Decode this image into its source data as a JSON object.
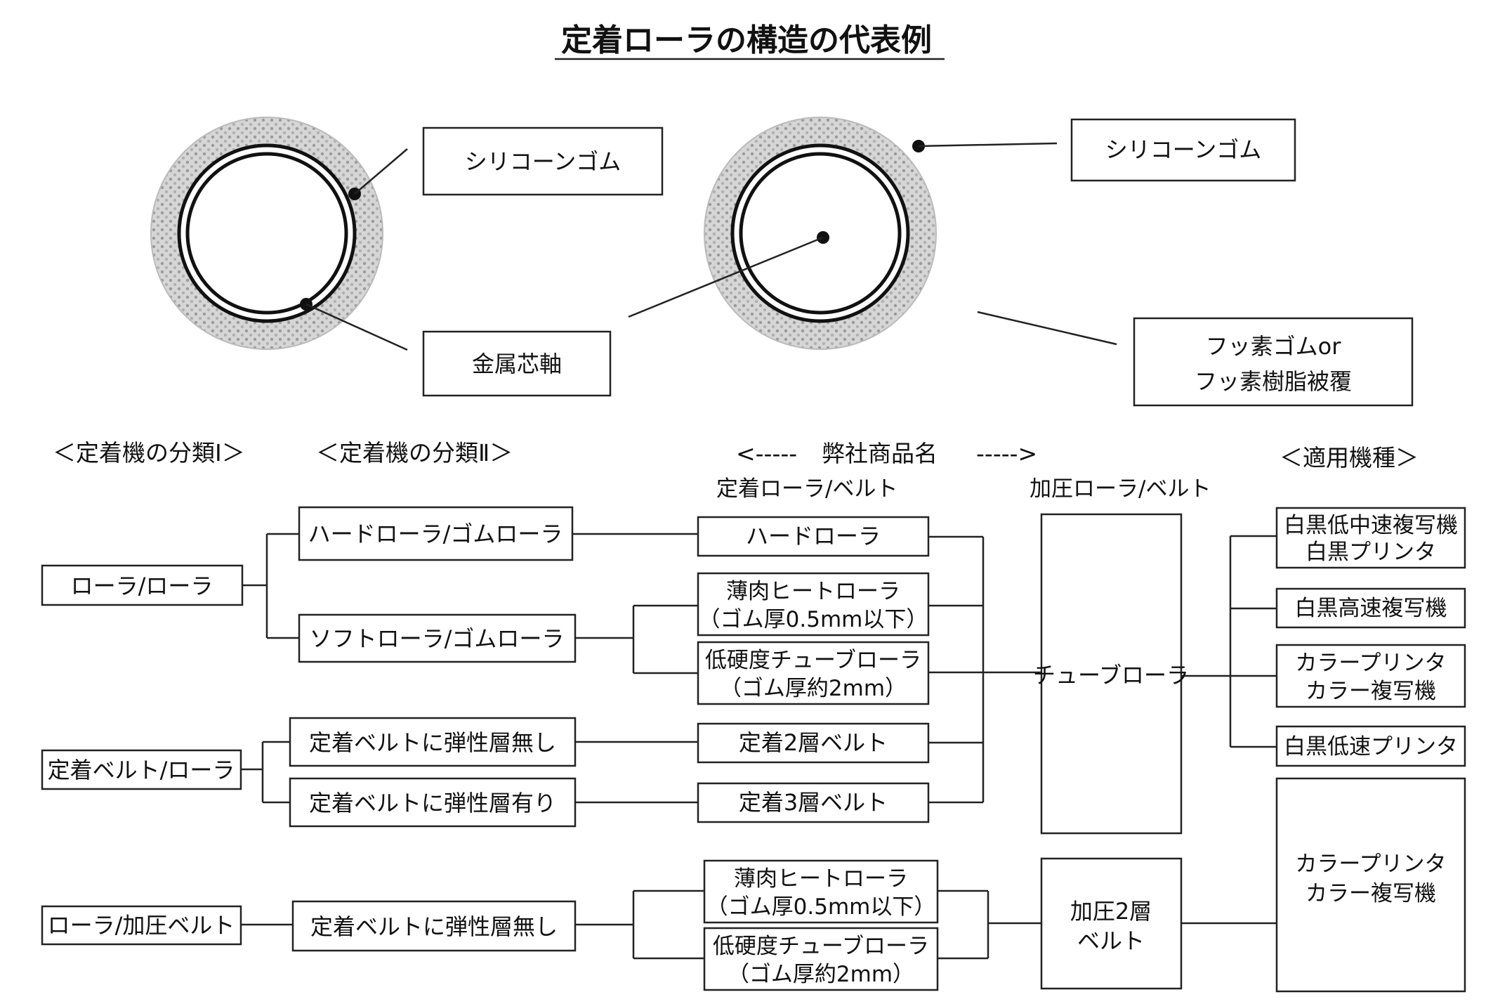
{
  "title": "定着ローラの構造の代表例",
  "roller_left": {
    "rubber_label": "シリコーンゴム",
    "core_label": "金属芯軸"
  },
  "roller_right": {
    "rubber_label": "シリコーンゴム",
    "coating_label_line1": "フッ素ゴムor",
    "coating_label_line2": "フッ素樹脂被覆"
  },
  "headers": {
    "class1": "＜定着機の分類Ⅰ＞",
    "class2": "＜定着機の分類Ⅱ＞",
    "product_arrow_left": "<-----",
    "product": "弊社商品名",
    "product_arrow_right": "----->",
    "fixing_roller_belt": "定着ローラ/ベルト",
    "pressure_roller_belt": "加圧ローラ/ベルト",
    "applicable_models": "＜適用機種＞"
  },
  "class1": {
    "roller_roller": "ローラ/ローラ",
    "belt_roller": "定着ベルト/ローラ",
    "roller_pressure_belt": "ローラ/加圧ベルト"
  },
  "class2": {
    "hard_rubber": "ハードローラ/ゴムローラ",
    "soft_rubber": "ソフトローラ/ゴムローラ",
    "no_elastic_1": "定着ベルトに弾性層無し",
    "with_elastic": "定着ベルトに弾性層有り",
    "no_elastic_2": "定着ベルトに弾性層無し"
  },
  "products": {
    "hard_roller": "ハードローラ",
    "thin_heat_1_line1": "薄肉ヒートローラ",
    "thin_heat_1_line2": "（ゴム厚0.5mm以下）",
    "low_hard_1_line1": "低硬度チューブローラ",
    "low_hard_1_line2": "（ゴム厚約2mm）",
    "belt_2layer": "定着2層ベルト",
    "belt_3layer": "定着3層ベルト",
    "thin_heat_2_line1": "薄肉ヒートローラ",
    "thin_heat_2_line2": "（ゴム厚0.5mm以下）",
    "low_hard_2_line1": "低硬度チューブローラ",
    "low_hard_2_line2": "（ゴム厚約2mm）"
  },
  "pressure": {
    "tube_roller": "チューブローラ",
    "pressure_belt_line1": "加圧2層",
    "pressure_belt_line2": "ベルト"
  },
  "models": {
    "m1_line1": "白黒低中速複写機",
    "m1_line2": "白黒プリンタ",
    "m2": "白黒高速複写機",
    "m3_line1": "カラープリンタ",
    "m3_line2": "カラー複写機",
    "m4": "白黒低速プリンタ",
    "m5_line1": "カラープリンタ",
    "m5_line2": "カラー複写機"
  },
  "colors": {
    "line": "#222222",
    "rubber_fill": "#cfcfcf"
  }
}
